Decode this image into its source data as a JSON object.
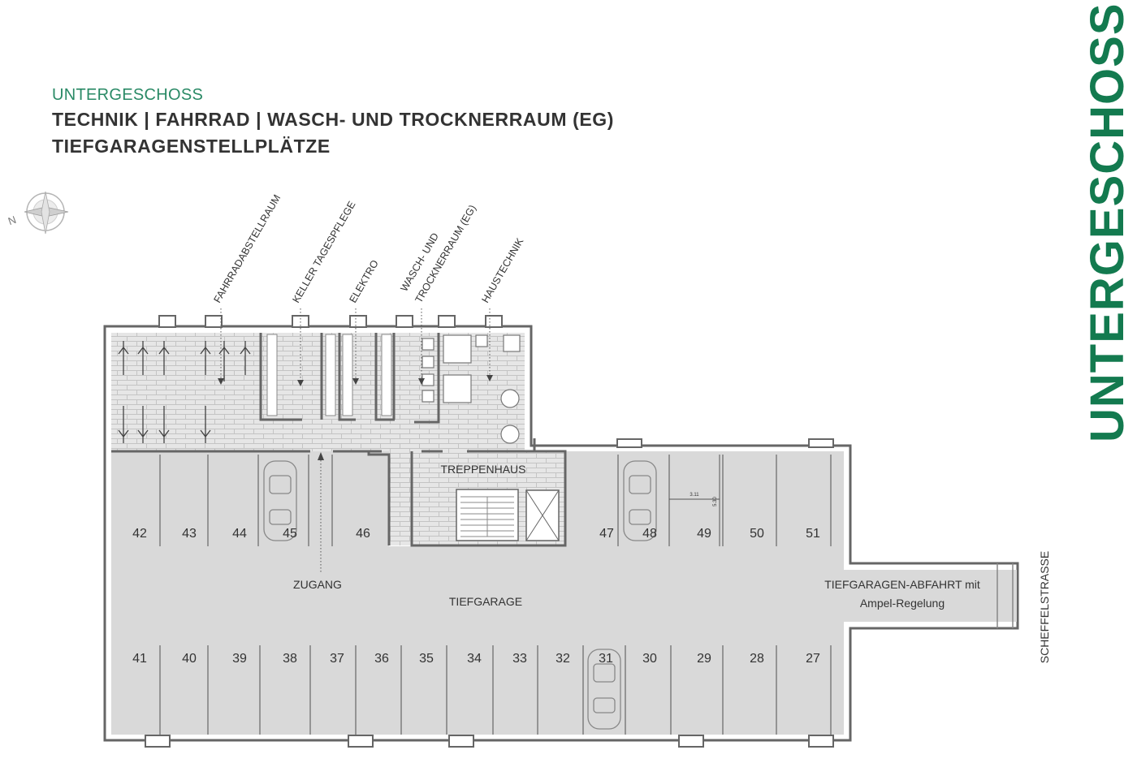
{
  "header": {
    "subtitle": "UNTERGESCHOSS",
    "title_line1": "TECHNIK | FAHRRAD | WASCH- UND TROCKNERRAUM (EG)",
    "title_line2": "TIEFGARAGENSTELLPLÄTZE"
  },
  "side_title": "UNTERGESCHOSS",
  "compass": {
    "north_label": "N"
  },
  "rooms": {
    "fahrrad": "FAHRRADABSTELLRAUM",
    "keller": "KELLER TAGESPFLEGE",
    "elektro": "ELEKTRO",
    "wasch_line1": "WASCH- UND",
    "wasch_line2": "TROCKNERRAUM (EG)",
    "haustechnik": "HAUSTECHNIK",
    "treppenhaus": "TREPPENHAUS"
  },
  "labels": {
    "zugang": "ZUGANG",
    "tiefgarage": "TIEFGARAGE",
    "abfahrt_line1": "TIEFGARAGEN-ABFAHRT mit",
    "abfahrt_line2": "Ampel-Regelung",
    "street": "SCHEFFELSTRASSE"
  },
  "dimensions": {
    "width": "3.11",
    "depth": "5.30"
  },
  "parking_top": [
    "42",
    "43",
    "44",
    "45",
    "46",
    "47",
    "48",
    "49",
    "50",
    "51"
  ],
  "parking_bottom": [
    "41",
    "40",
    "39",
    "38",
    "37",
    "36",
    "35",
    "34",
    "33",
    "32",
    "31",
    "30",
    "29",
    "28",
    "27"
  ],
  "colors": {
    "accent": "#2a8a66",
    "side_title": "#137a4f",
    "floor": "#d9d9d9",
    "wall": "#555555"
  }
}
